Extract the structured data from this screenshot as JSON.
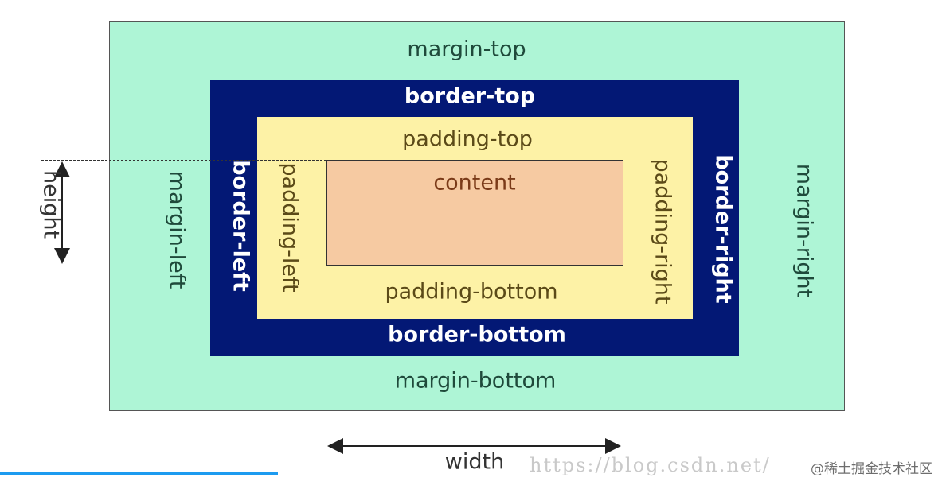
{
  "labels": {
    "margin_top": "margin-top",
    "margin_bottom": "margin-bottom",
    "margin_left": "margin-left",
    "margin_right": "margin-right",
    "border_top": "border-top",
    "border_bottom": "border-bottom",
    "border_left": "border-left",
    "border_right": "border-right",
    "padding_top": "padding-top",
    "padding_bottom": "padding-bottom",
    "padding_left": "padding-left",
    "padding_right": "padding-right",
    "content": "content",
    "height": "height",
    "width": "width"
  },
  "watermark": {
    "url": "https://blog.csdn.net/",
    "badge": "@稀土掘金技术社区"
  },
  "progress": {
    "fraction": 0.295
  },
  "colors": {
    "margin": "#aef5d6",
    "border": "#031875",
    "padding": "#fdf2a6",
    "content": "#f6caa2",
    "progress": "#1d9bf0"
  }
}
